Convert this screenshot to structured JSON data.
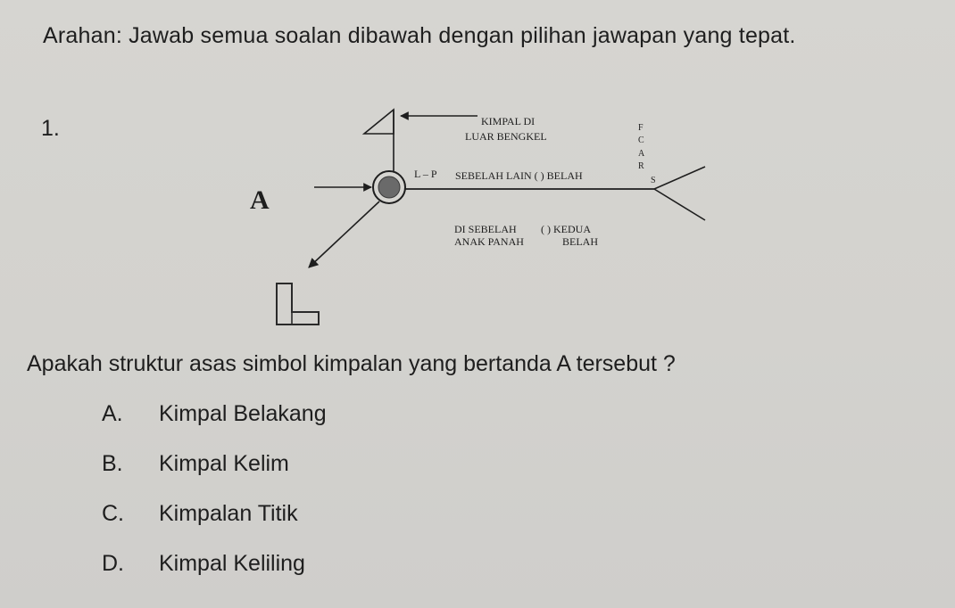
{
  "instruction": "Arahan: Jawab semua soalan dibawah dengan pilihan jawapan yang tepat.",
  "question_number": "1.",
  "diagram": {
    "field_weld_label_line1": "KIMPAL DI",
    "field_weld_label_line2": "LUAR BENGKEL",
    "l_p_label": "L – P",
    "other_side_label": "SEBELAH LAIN (    ) BELAH",
    "process_letters": [
      "F",
      "C",
      "A",
      "R"
    ],
    "s_label": "S",
    "reference_letter": "A",
    "arrow_side_line1": "DI SEBELAH",
    "arrow_side_line2": "ANAK PANAH",
    "both_sides_line1": "(    ) KEDUA",
    "both_sides_line2": "BELAH"
  },
  "question_text": "Apakah struktur asas simbol kimpalan yang bertanda A tersebut ?",
  "options": [
    {
      "letter": "A.",
      "text": "Kimpal Belakang"
    },
    {
      "letter": "B.",
      "text": "Kimpal Kelim"
    },
    {
      "letter": "C.",
      "text": "Kimpalan Titik"
    },
    {
      "letter": "D.",
      "text": "Kimpal Keliling"
    }
  ]
}
